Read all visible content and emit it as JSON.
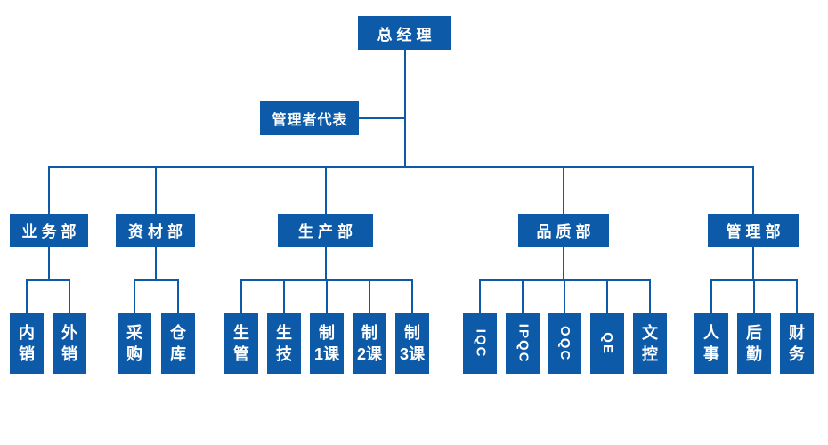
{
  "colors": {
    "node_fill": "#0d5ba8",
    "node_text": "#ffffff",
    "line": "#0d5ba8",
    "background": "#ffffff"
  },
  "org_chart": {
    "root": {
      "label": "总经理"
    },
    "staff": {
      "label": "管理者代表"
    },
    "departments": [
      {
        "label": "业务部",
        "children": [
          {
            "label": "内销",
            "display": "内\n销"
          },
          {
            "label": "外销",
            "display": "外\n销"
          }
        ]
      },
      {
        "label": "资材部",
        "children": [
          {
            "label": "采购",
            "display": "采\n购"
          },
          {
            "label": "仓库",
            "display": "仓\n库"
          }
        ]
      },
      {
        "label": "生产部",
        "children": [
          {
            "label": "生管",
            "display": "生\n管"
          },
          {
            "label": "生技",
            "display": "生\n技"
          },
          {
            "label": "制1课",
            "display": "制\n1课"
          },
          {
            "label": "制2课",
            "display": "制\n2课"
          },
          {
            "label": "制3课",
            "display": "制\n3课"
          }
        ]
      },
      {
        "label": "品质部",
        "children": [
          {
            "label": "IQC",
            "display": "IQC",
            "rotated": true
          },
          {
            "label": "IPQC",
            "display": "IPQC",
            "rotated": true
          },
          {
            "label": "OQC",
            "display": "OQC",
            "rotated": true
          },
          {
            "label": "QE",
            "display": "QE",
            "rotated": true
          },
          {
            "label": "文控",
            "display": "文\n控"
          }
        ]
      },
      {
        "label": "管理部",
        "children": [
          {
            "label": "人事",
            "display": "人\n事"
          },
          {
            "label": "后勤",
            "display": "后\n勤"
          },
          {
            "label": "财务",
            "display": "财\n务"
          }
        ]
      }
    ]
  }
}
